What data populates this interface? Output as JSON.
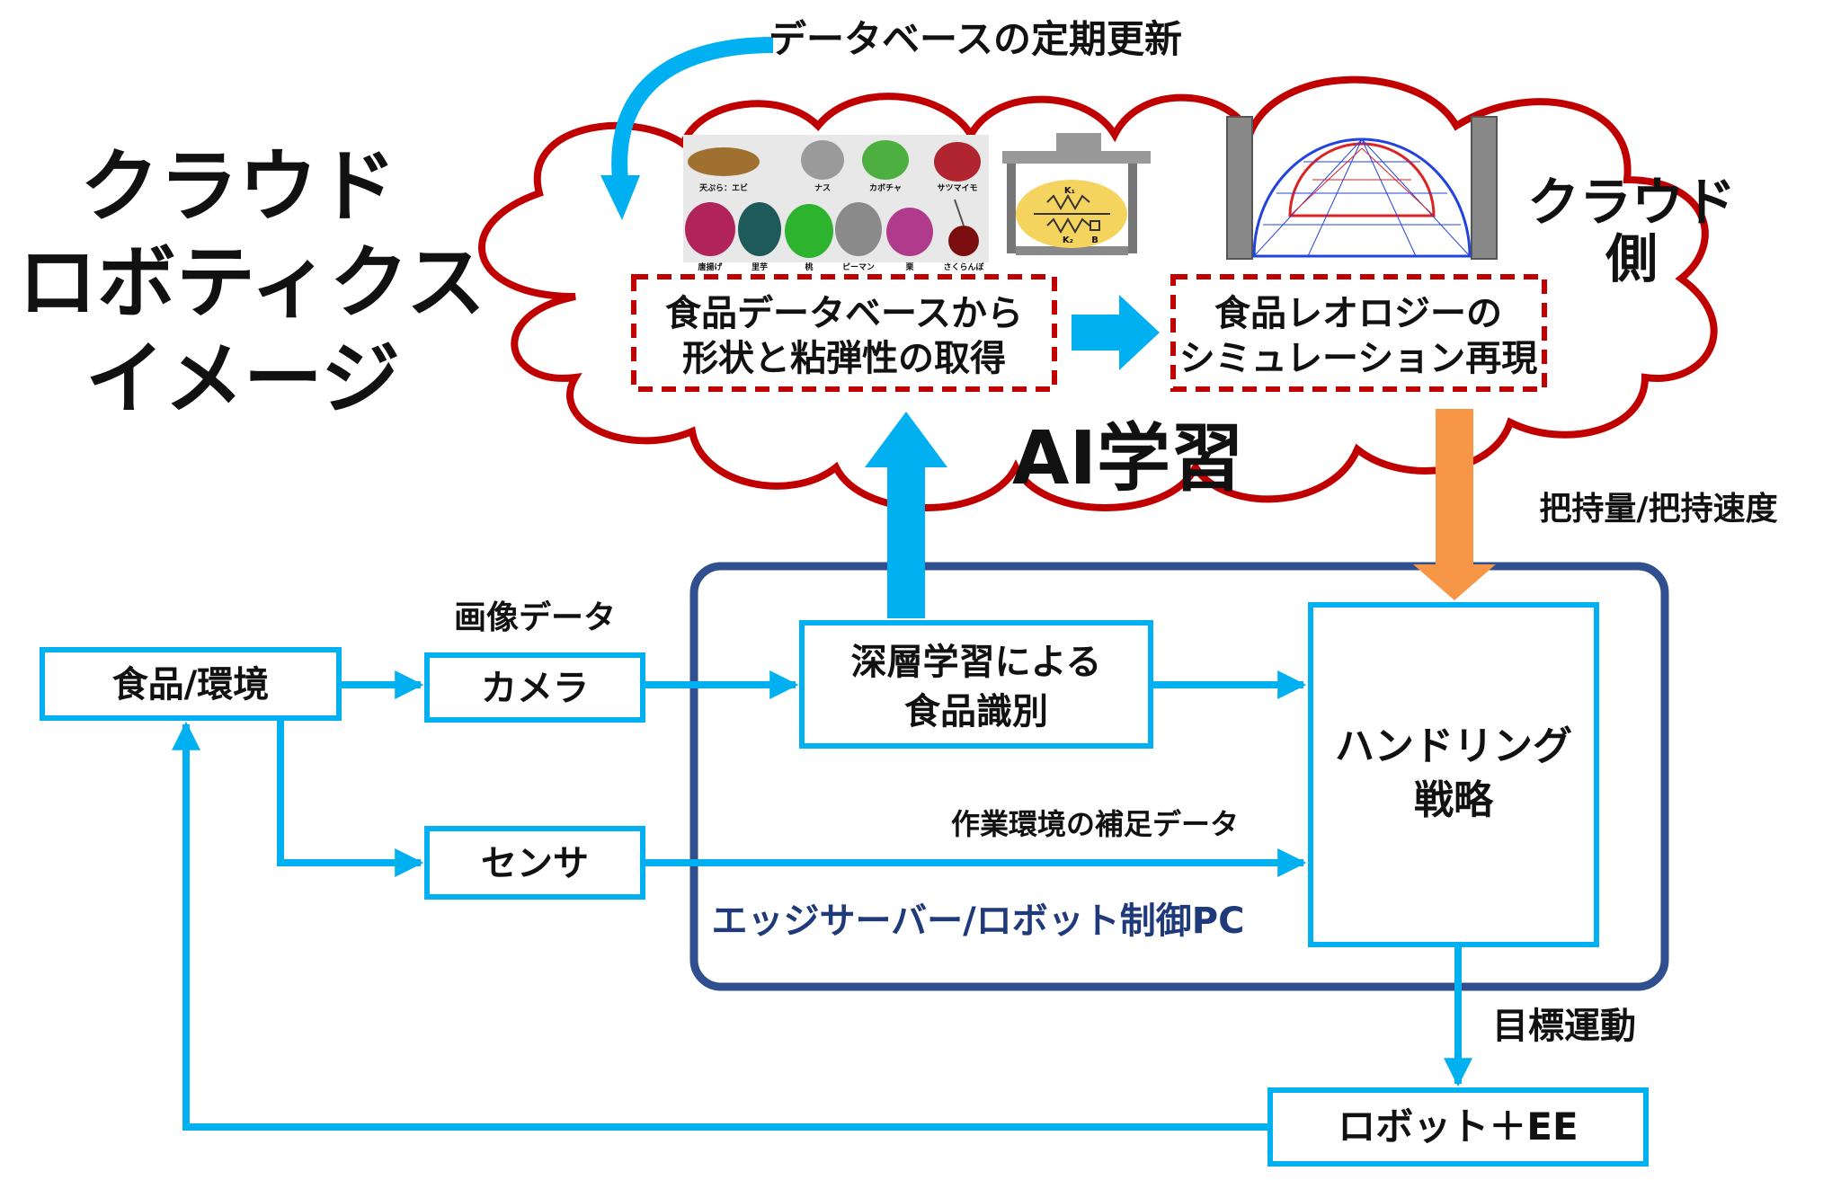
{
  "title": {
    "line1": "クラウド",
    "line2": "ロボティクス",
    "line3": "イメージ"
  },
  "cloud": {
    "update_label": "データベースの定期更新",
    "side_line1": "クラウド",
    "side_line2": "側",
    "ai_label": "AI学習",
    "db_box": {
      "line1": "食品データベースから",
      "line2": "形状と粘弾性の取得"
    },
    "sim_box": {
      "line1": "食品レオロジーの",
      "line2": "シミュレーション再現"
    },
    "food_captions_top": [
      "天ぷら：エビ",
      "ナス",
      "カボチャ",
      "サツマイモ"
    ],
    "food_captions_bottom": [
      "唐揚げ",
      "里芋",
      "桃",
      "ピーマン",
      "栗",
      "さくらんぼ"
    ],
    "model_labels": {
      "k1": "K₁",
      "k2": "K₂",
      "b": "B"
    }
  },
  "arrows": {
    "grip_label": "把持量/把持速度",
    "image_data_label": "画像データ",
    "env_data_label": "作業環境の補足データ",
    "target_motion_label": "目標運動"
  },
  "nodes": {
    "food_env": "食品/環境",
    "camera": "カメラ",
    "sensor": "センサ",
    "recognition": {
      "line1": "深層学習による",
      "line2": "食品識別"
    },
    "handling": {
      "line1": "ハンドリング",
      "line2": "戦略"
    },
    "robot": "ロボット＋EE"
  },
  "edge": {
    "label": "エッジサーバー/ロボット制御PC"
  },
  "colors": {
    "cloud_red": "#c00000",
    "flow_blue": "#00b0f0",
    "edge_navy": "#2f4f8f",
    "grip_orange": "#f79646"
  }
}
